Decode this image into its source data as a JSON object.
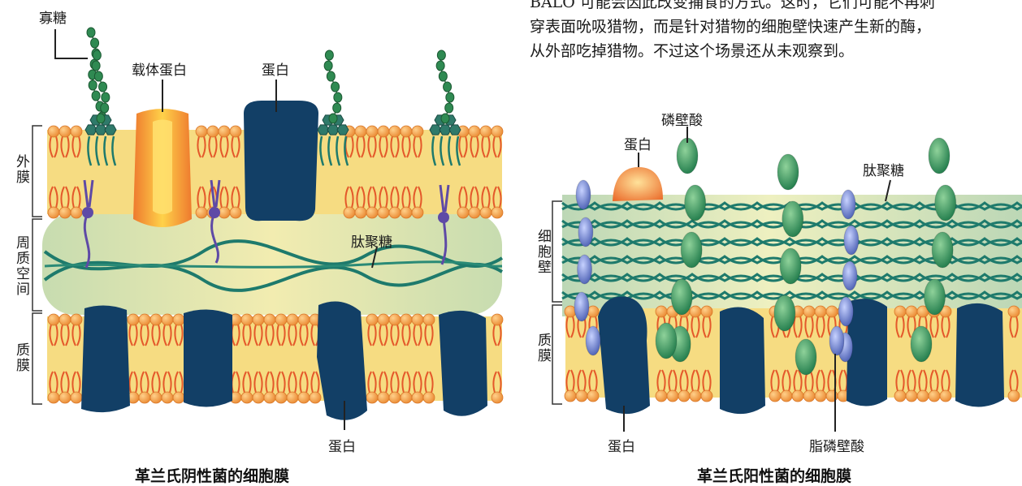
{
  "colors": {
    "membrane": "#f6dc82",
    "lipid_head": "#f0a24a",
    "lipid_tail": "#e4582a",
    "protein": "#123f66",
    "peptidoglycan": "#1e7a6c",
    "periplasm": "#d8e6b8",
    "teichoic": "#2e8c5a",
    "lipoteichoic": "#6f82cc"
  },
  "paragraph": {
    "line1": "BALO 可能会因此改变捕食的方式。这时，它们可能不再刺",
    "line2": "穿表面吮吸猎物，而是针对猎物的细胞壁快速产生新的酶，",
    "line3": "从外部吃掉猎物。不过这个场景还从未观察到。"
  },
  "gram_negative": {
    "caption": "革兰氏阴性菌的细胞膜",
    "oligosaccharide": "寡糖",
    "carrier_protein": "载体蛋白",
    "protein_top": "蛋白",
    "outer_membrane": "外膜",
    "periplasmic_space": "周质空间",
    "peptidoglycan": "肽聚糖",
    "plasma_membrane": "质膜",
    "protein_bottom": "蛋白"
  },
  "gram_positive": {
    "caption": "革兰氏阳性菌的细胞膜",
    "teichoic_acid": "磷壁酸",
    "protein_top": "蛋白",
    "peptidoglycan": "肽聚糖",
    "cell_wall": "细胞壁",
    "plasma_membrane": "质膜",
    "protein_bottom": "蛋白",
    "lipoteichoic_acid": "脂磷壁酸"
  }
}
